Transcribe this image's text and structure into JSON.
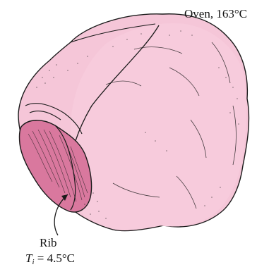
{
  "labels": {
    "oven": "Oven, 163°C",
    "rib": "Rib",
    "initial_temp_symbol": "T",
    "initial_temp_subscript": "i",
    "initial_temp_value": " = 4.5°C"
  },
  "colors": {
    "meat_surface": "#f5c6d8",
    "meat_shadow": "#ecafc8",
    "cut_face": "#d9789e",
    "outline": "#1a1a1a"
  }
}
